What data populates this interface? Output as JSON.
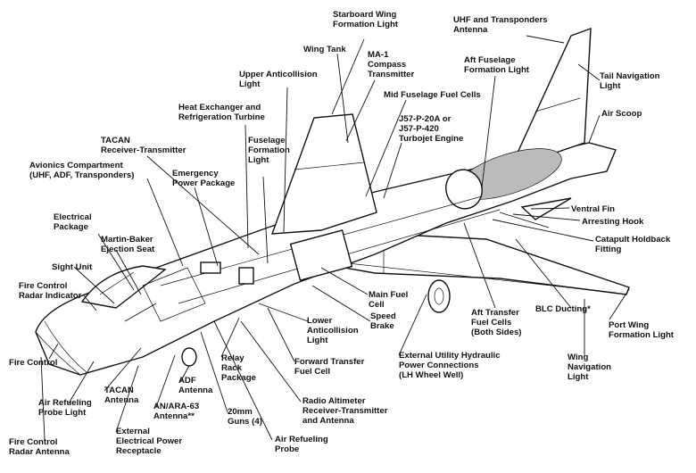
{
  "labels": {
    "starboard_wing_light": [
      "Starboard Wing",
      "Formation Light"
    ],
    "uhf_transponders_antenna": [
      "UHF and Transponders",
      "Antenna"
    ],
    "wing_tank": [
      "Wing Tank"
    ],
    "ma1_compass": [
      "MA-1",
      "Compass",
      "Transmitter"
    ],
    "aft_fuselage_light": [
      "Aft Fuselage",
      "Formation Light"
    ],
    "tail_nav_light": [
      "Tail Navigation",
      "Light"
    ],
    "upper_anticollision": [
      "Upper Anticollision",
      "Light"
    ],
    "mid_fuselage_fuel": [
      "Mid Fuselage Fuel Cells"
    ],
    "air_scoop": [
      "Air Scoop"
    ],
    "heat_exchanger": [
      "Heat Exchanger and",
      "Refrigeration Turbine"
    ],
    "engine": [
      "J57-P-20A  or",
      "J57-P-420",
      "Turbojet Engine"
    ],
    "tacan_rt": [
      "TACAN",
      "Receiver-Transmitter"
    ],
    "fuselage_light": [
      "Fuselage",
      "Formation",
      "Light"
    ],
    "avionics": [
      "Avionics Compartment",
      "(UHF, ADF, Transponders)"
    ],
    "emergency_power": [
      "Emergency",
      "Power Package"
    ],
    "ventral_fin": [
      "Ventral Fin"
    ],
    "arresting_hook": [
      "Arresting Hook"
    ],
    "electrical_package": [
      "Electrical",
      "Package"
    ],
    "catapult_holdback": [
      "Catapult Holdback",
      "Fitting"
    ],
    "ejection_seat": [
      "Martin-Baker",
      "Ejection Seat"
    ],
    "sight_unit": [
      "Sight Unit"
    ],
    "radar_indicator": [
      "Fire Control",
      "Radar Indicator"
    ],
    "main_fuel_cell": [
      "Main Fuel",
      "Cell"
    ],
    "speed_brake": [
      "Speed",
      "Brake"
    ],
    "aft_transfer": [
      "Aft Transfer",
      "Fuel Cells",
      "(Both Sides)"
    ],
    "blc_ducting": [
      "BLC Ducting*"
    ],
    "port_wing_light": [
      "Port Wing",
      "Formation Light"
    ],
    "lower_anticollision": [
      "Lower",
      "Anticollision",
      "Light"
    ],
    "fire_control_system": [
      "Fire Control"
    ],
    "relay_rack": [
      "Relay",
      "Rack",
      "Package"
    ],
    "forward_transfer": [
      "Forward Transfer",
      "Fuel Cell"
    ],
    "utility_hydraulic": [
      "External Utility Hydraulic",
      "Power Connections",
      "(LH Wheel Well)"
    ],
    "wing_nav_light": [
      "Wing",
      "Navigation",
      "Light"
    ],
    "adf_antenna": [
      "ADF",
      "Antenna"
    ],
    "tacan_antenna": [
      "TACAN",
      "Antenna"
    ],
    "ara63_antenna": [
      "AN/ARA-63",
      "Antenna**"
    ],
    "air_refueling_light": [
      "Air Refueling",
      "Probe Light"
    ],
    "guns": [
      "20mm",
      "Guns (4)"
    ],
    "radio_altimeter": [
      "Radio Altimeter",
      "Receiver-Transmitter",
      "and Antenna"
    ],
    "external_power": [
      "External",
      "Electrical Power",
      "Receptacle"
    ],
    "air_refueling_probe": [
      "Air Refueling",
      "Probe"
    ],
    "radar_antenna": [
      "Fire Control",
      "Radar Antenna"
    ]
  }
}
